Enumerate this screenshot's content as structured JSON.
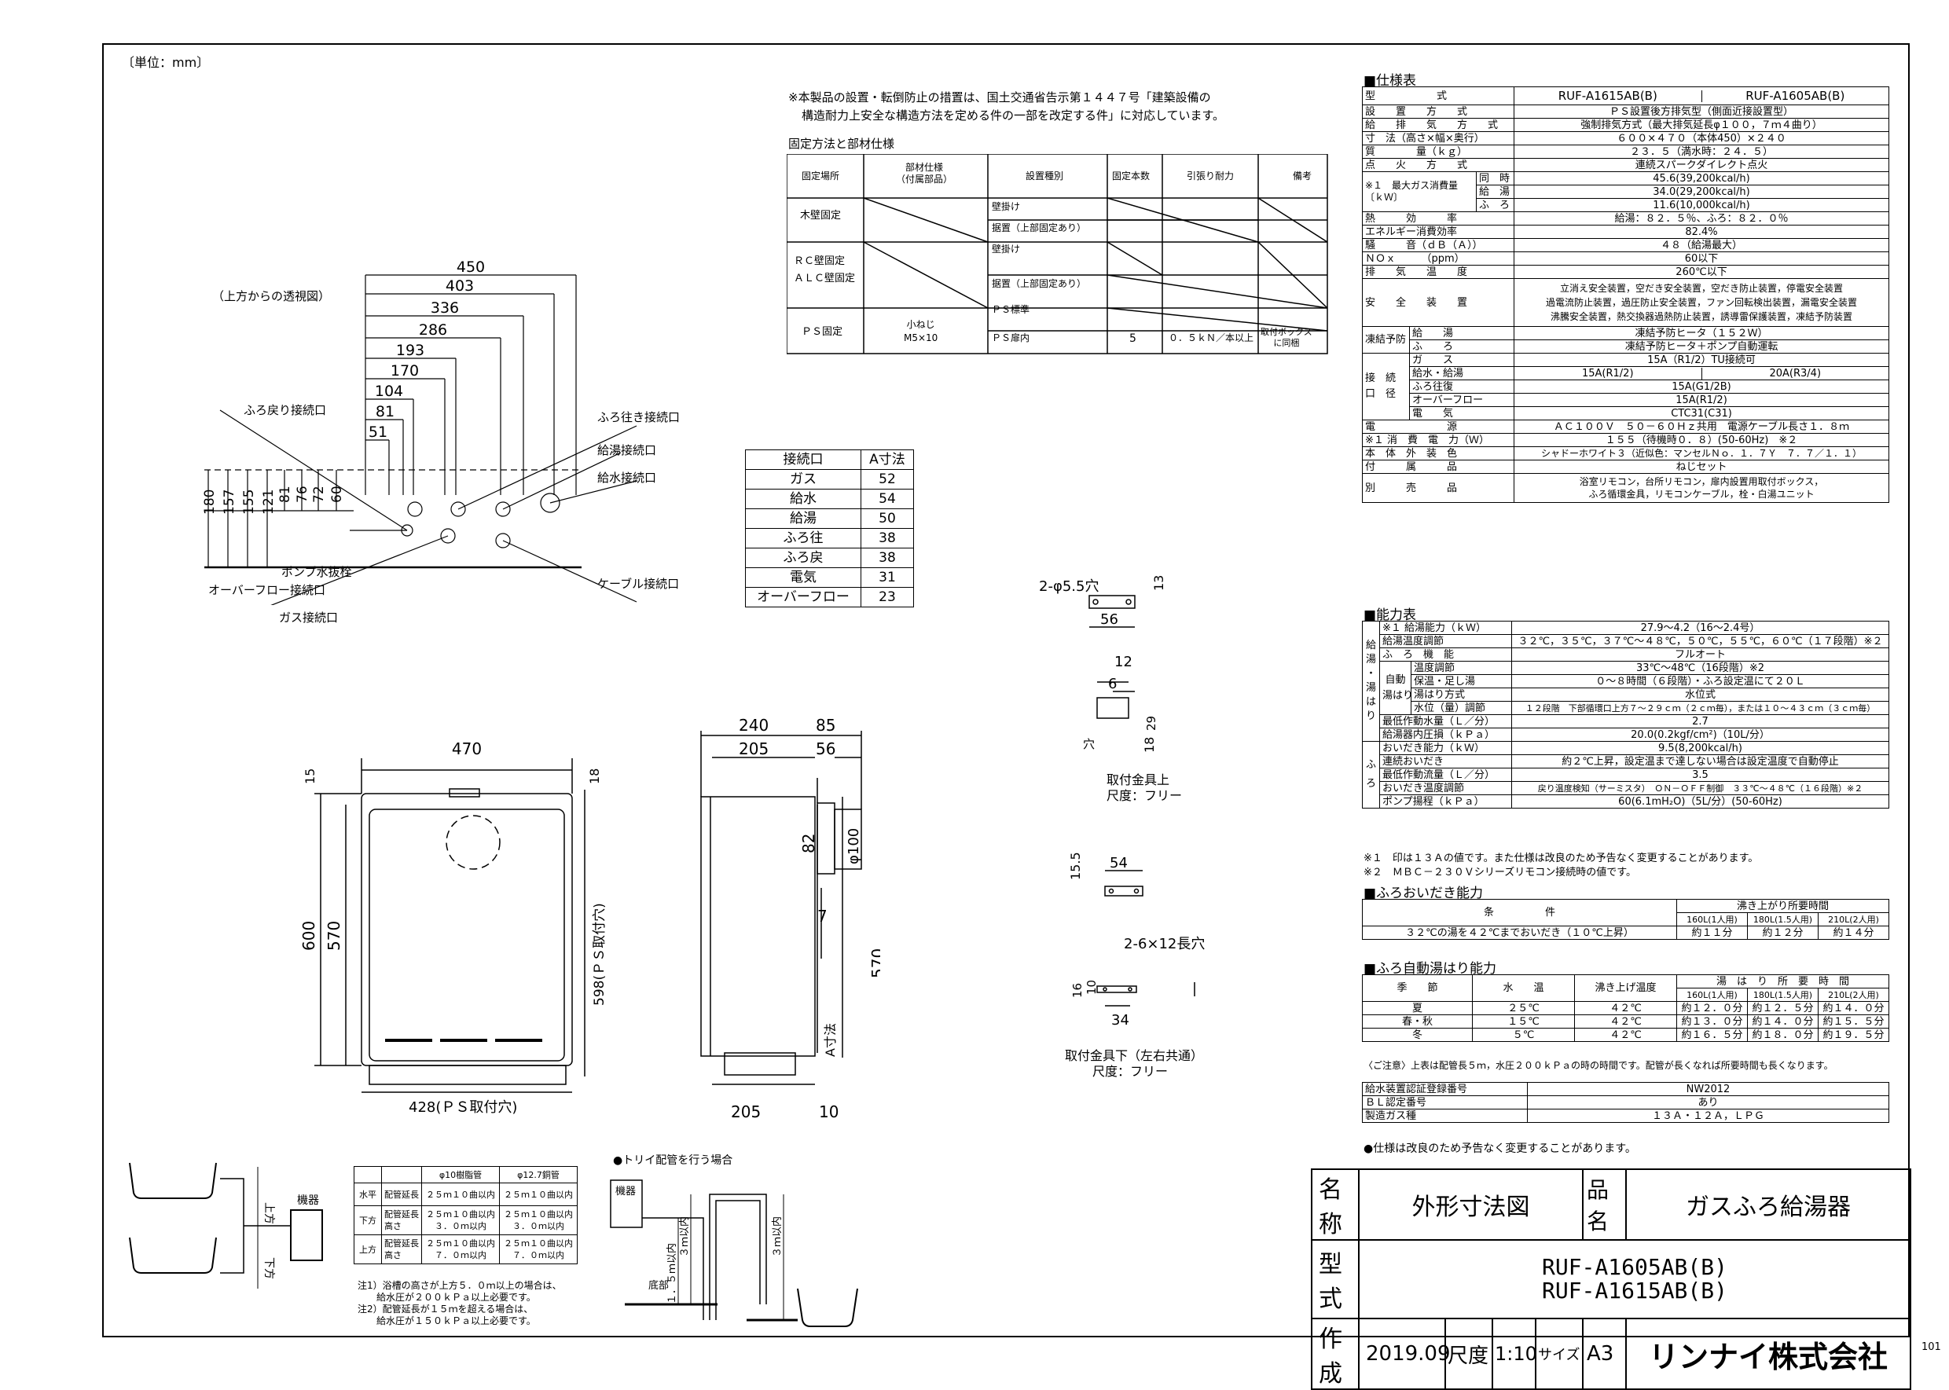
{
  "unit_note": "〔単位：mm〕",
  "page_no": "101",
  "install_note": {
    "line1": "※本製品の設置・転倒防止の措置は、国土交通省告示第１４４７号「建築設備の",
    "line2": "構造耐力上安全な構造方法を定める件の一部を改定する件」に対応しています。",
    "title": "固定方法と部材仕様",
    "headers": [
      "固定場所",
      "部材仕様\n（付属部品）",
      "設置種別",
      "固定本数",
      "引張り耐力",
      "備考"
    ],
    "rows": [
      [
        "木壁固定",
        "",
        "壁掛け",
        "",
        "",
        ""
      ],
      [
        "",
        "",
        "据置（上部固定あり）",
        "",
        "",
        ""
      ],
      [
        "ＲＣ壁固定\nＡＬＣ壁固定",
        "",
        "壁掛け",
        "",
        "",
        ""
      ],
      [
        "",
        "",
        "据置（上部固定あり）",
        "",
        "",
        ""
      ],
      [
        "ＰＳ固定",
        "小ねじ\nM5×10",
        "ＰＳ標準",
        "",
        "",
        ""
      ],
      [
        "",
        "",
        "ＰＳ扉内",
        "5",
        "０．５ｋＮ／本以上",
        "取付ボックス\nに同梱"
      ]
    ]
  },
  "top_view": {
    "label": "（上方からの透視図）",
    "dims": [
      "450",
      "403",
      "336",
      "286",
      "193",
      "170",
      "104",
      "81",
      "51"
    ],
    "vdims": [
      "180",
      "157",
      "155",
      "121",
      "81",
      "76",
      "72",
      "60"
    ],
    "callouts_left": [
      "ふろ戻り接続口",
      "ポンプ水抜栓",
      "オーバーフロー接続口",
      "ガス接続口"
    ],
    "callouts_right": [
      "ふろ往き接続口",
      "給湯接続口",
      "給水接続口",
      "ケーブル接続口"
    ]
  },
  "connection_table": {
    "headers": [
      "接続口",
      "A寸法"
    ],
    "rows": [
      [
        "ガス",
        "52"
      ],
      [
        "給水",
        "54"
      ],
      [
        "給湯",
        "50"
      ],
      [
        "ふろ往",
        "38"
      ],
      [
        "ふろ戻",
        "38"
      ],
      [
        "電気",
        "31"
      ],
      [
        "オーバーフロー",
        "23"
      ]
    ]
  },
  "front_view": {
    "dims": [
      "470",
      "15",
      "18",
      "600",
      "570",
      "598(ＰＳ取付穴)",
      "428(ＰＳ取付穴)"
    ]
  },
  "side_view": {
    "dims": [
      "240",
      "85",
      "205",
      "56",
      "82",
      "φ100",
      "7",
      "570",
      "A寸法",
      "205",
      "10"
    ]
  },
  "bracket_top": {
    "dims": [
      "2-φ5.5穴",
      "13",
      "56",
      "12",
      "6",
      "29",
      "18",
      "穴"
    ],
    "label": "取付金具上",
    "scale": "尺度：フリー"
  },
  "bracket_bottom": {
    "dims": [
      "54",
      "15.5",
      "2-6×12長穴",
      "16",
      "10",
      "34"
    ],
    "label": "取付金具下（左右共通）",
    "scale": "尺度：フリー"
  },
  "bath_diagram": {
    "labels": [
      "機器",
      "上方",
      "下方"
    ],
    "table_headers": [
      "",
      "",
      "φ10樹脂管",
      "φ12.7銅管"
    ],
    "table_rows": [
      [
        "水平",
        "配管延長",
        "２５ｍ１０曲以内",
        "２５ｍ１０曲以内"
      ],
      [
        "下方",
        "配管延長\n高さ",
        "２５ｍ１０曲以内\n３．０ｍ以内",
        "２５ｍ１０曲以内\n３．０ｍ以内"
      ],
      [
        "上方",
        "配管延長\n高さ",
        "２５ｍ１０曲以内\n７．０ｍ以内",
        "２５ｍ１０曲以内\n７．０ｍ以内"
      ]
    ],
    "notes": [
      "注1）浴槽の高さが上方５．０ｍ以上の場合は、",
      "　　給水圧が２００ｋＰａ以上必要です。",
      "注2）配管延長が１５ｍを超える場合は、",
      "　　給水圧が１５０ｋＰａ以上必要です。"
    ]
  },
  "torii": {
    "title": "●トリイ配管を行う場合",
    "labels": [
      "機器",
      "底部",
      "１．５ｍ以内",
      "３ｍ以内",
      "３ｍ以内"
    ]
  },
  "spec": {
    "title": "■仕様表",
    "model_label": "型　　　　　　式",
    "models": [
      "RUF-A1615AB(B)",
      "RUF-A1605AB(B)"
    ],
    "rows": [
      [
        "設　　置　　方　　式",
        "ＰＳ設置後方排気型（側面近接設置型）"
      ],
      [
        "給　　排　　気　　方　　式",
        "強制排気方式（最大排気延長φ１００，７ｍ４曲り）"
      ],
      [
        "寸　法（高さ×幅×奥行）",
        "６００×４７０（本体450）×２４０"
      ],
      [
        "質　　　　量（ｋｇ）",
        "２３．５（満水時：２４．５）"
      ],
      [
        "点　　火　　方　　式",
        "連続スパークダイレクト点火"
      ]
    ],
    "gas_label": "※１　最大ガス消費量\n〔ｋＷ〕",
    "gas_rows": [
      [
        "同　時",
        "45.6(39,200kcal/h)"
      ],
      [
        "給　湯",
        "34.0(29,200kcal/h)"
      ],
      [
        "ふ　ろ",
        "11.6(10,000kcal/h)"
      ]
    ],
    "rows2": [
      [
        "熱　　　効　　　率",
        "給湯：８２．５％、ふろ：８２．０％"
      ],
      [
        "エネルギー消費効率",
        "82.4%"
      ],
      [
        "騒　　　音（ｄＢ（Ａ））",
        "４８（給湯最大）"
      ],
      [
        "ＮＯｘ　　　（ppm）",
        "60以下"
      ],
      [
        "排　　気　　温　　度",
        "260℃以下"
      ]
    ],
    "safety_label": "安　　全　　装　　置",
    "safety": [
      "立消え安全装置，空だき安全装置，空だき防止装置，停電安全装置",
      "過電流防止装置，過圧防止安全装置，ファン回転検出装置，漏電安全装置",
      "沸騰安全装置，熱交換器過熱防止装置，誘導雷保護装置，凍結予防装置"
    ],
    "freeze_label": "凍結予防",
    "freeze": [
      [
        "給　　湯",
        "凍結予防ヒータ（１５２Ｗ）"
      ],
      [
        "ふ　　ろ",
        "凍結予防ヒータ＋ポンプ自動運転"
      ]
    ],
    "conn_label": "接　続\n口　径",
    "conn": [
      [
        "ガ　　ス",
        "15A（R1/2）TU接続可",
        ""
      ],
      [
        "給水・給湯",
        "15A(R1/2)",
        "20A(R3/4)"
      ],
      [
        "ふろ往復",
        "15A(G1/2B)",
        ""
      ],
      [
        "オーバーフロー",
        "15A(R1/2)",
        ""
      ],
      [
        "電　　気",
        "CTC31(C31)",
        ""
      ]
    ],
    "rows3": [
      [
        "電　　　　　　　源",
        "ＡＣ１００Ｖ　５０－６０Ｈｚ共用　電源ケーブル長さ１．８ｍ"
      ],
      [
        "※１ 消　費　電　力（Ｗ）",
        "１５５（待機時０．８）(50-60Hz)　※２"
      ],
      [
        "本　体　外　装　色",
        "シャドーホワイト３（近似色：マンセルＮｏ．１．７Ｙ　７．７／１．１）"
      ],
      [
        "付　　　属　　　品",
        "ねじセット"
      ],
      [
        "別　　　売　　　品",
        "浴室リモコン，台所リモコン，扉内設置用取付ボックス，\nふろ循環金具，リモコンケーブル，栓・白湯ユニット"
      ]
    ]
  },
  "capacity": {
    "title": "■能力表",
    "side1": "給\n湯\n・\n湯\nは\nり",
    "rows": [
      [
        "※１ 給湯能力（ｋＷ）",
        "27.9～4.2（16～2.4号）"
      ],
      [
        "給湯温度調節",
        "３２℃，３５℃，３７℃～４８℃，５０℃，５５℃，６０℃（１７段階）※２"
      ],
      [
        "ふ　ろ　機　能",
        "フルオート"
      ]
    ],
    "auto_label": "自動\n湯はり",
    "auto_rows": [
      [
        "温度調節",
        "33℃～48℃（16段階）※2"
      ],
      [
        "保温・足し湯",
        "０～８時間（６段階）・ふろ設定温にて２０Ｌ"
      ],
      [
        "湯はり方式",
        "水位式"
      ],
      [
        "水位（量）調節",
        "１２段階　下部循環口上方７～２９ｃｍ（２ｃｍ毎），または１０～４３ｃｍ（３ｃｍ毎）"
      ]
    ],
    "rows2": [
      [
        "最低作動水量（Ｌ／分）",
        "2.7"
      ],
      [
        "給湯器内圧損（ｋＰａ）",
        "20.0(0.2kgf/cm²)（10L/分）"
      ],
      [
        "おいだき能力（ｋＷ）",
        "9.5(8,200kcal/h)"
      ],
      [
        "連続おいだき",
        "約２℃上昇，設定温まで達しない場合は設定温度で自動停止"
      ],
      [
        "最低作動流量（Ｌ／分）",
        "3.5"
      ],
      [
        "おいだき温度調節",
        "戻り温度検知（サーミスタ）　ＯＮ－ＯＦＦ制御　３３℃～４８℃（１６段階）※２"
      ],
      [
        "ポンプ揚程（ｋＰａ）",
        "60(6.1mH₂O)（5L/分）(50-60Hz)"
      ]
    ],
    "side2": "ふ\nろ",
    "notes": [
      "※１　印は１３Ａの値です。また仕様は改良のため予告なく変更することがあります。",
      "※２　ＭＢＣ－２３０Ｖシリーズリモコン接続時の値です。"
    ]
  },
  "oidaki": {
    "title": "■ふろおいだき能力",
    "cond_label": "条　　　　　件",
    "time_label": "沸き上がり所要時間",
    "cols": [
      "160L(1人用)",
      "180L(1.5人用)",
      "210L(2人用)"
    ],
    "cond": "３２℃の湯を４２℃までおいだき（１０℃上昇）",
    "vals": [
      "約１１分",
      "約１２分",
      "約１４分"
    ]
  },
  "yuhari": {
    "title": "■ふろ自動湯はり能力",
    "headers": [
      "季　　節",
      "水　　温",
      "沸き上げ温度",
      "湯　は　り　所　要　時　間"
    ],
    "cols": [
      "160L(1人用)",
      "180L(1.5人用)",
      "210L(2人用)"
    ],
    "rows": [
      [
        "夏",
        "２５℃",
        "４２℃",
        "約１２．０分",
        "約１２．５分",
        "約１４．０分"
      ],
      [
        "春・秋",
        "１５℃",
        "４２℃",
        "約１３．０分",
        "約１４．０分",
        "約１５．５分"
      ],
      [
        "冬",
        "５℃",
        "４２℃",
        "約１６．５分",
        "約１８．０分",
        "約１９．５分"
      ]
    ],
    "note": "〈ご注意〉上表は配管長５ｍ，水圧２００ｋＰａの時の時間です。配管が長くなれば所要時間も長くなります。"
  },
  "cert": {
    "rows": [
      [
        "給水装置認証登録番号",
        "NW2012"
      ],
      [
        "ＢＬ認定番号",
        "あり"
      ],
      [
        "製造ガス種",
        "１３Ａ・１２Ａ，ＬＰＧ"
      ]
    ],
    "note": "●仕様は改良のため予告なく変更することがあります。"
  },
  "title_block": {
    "name_label": "名称",
    "name": "外形寸法図",
    "product_label": "品名",
    "product": "ガスふろ給湯器",
    "model_label": "型式",
    "model1": "RUF-A1605AB(B)",
    "model2": "RUF-A1615AB(B)",
    "made_label": "作成",
    "date": "2019.09",
    "scale_label": "尺度",
    "scale": "1:10",
    "size_label": "サイズ",
    "size": "A3",
    "company": "リンナイ株式会社"
  }
}
